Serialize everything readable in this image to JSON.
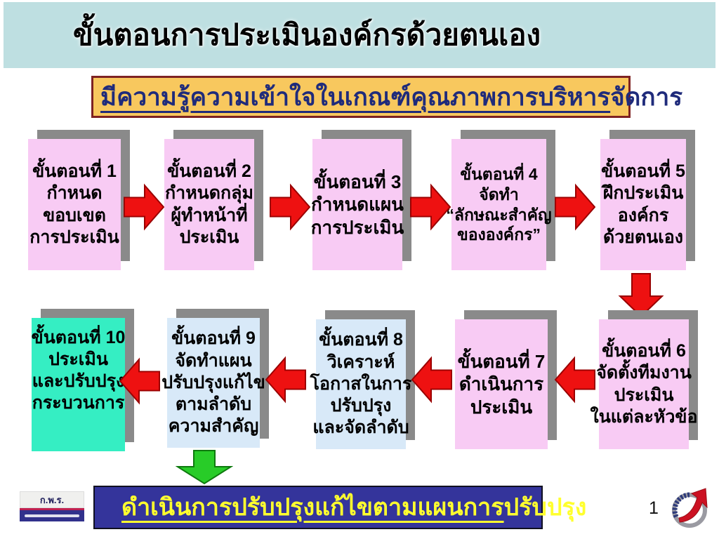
{
  "header": {
    "title": "ขั้นตอนการประเมินองค์กรด้วยตนเอง"
  },
  "intro_box": {
    "text_underlined": "มีความรู้ความเข้าใจในเกณฑ์คุณภาพการบริหาร",
    "text_overflow": "จัดการ"
  },
  "top_row": [
    {
      "id": 1,
      "text": "ขั้นตอนที่ 1\nกำหนด\nขอบเขต\nการประเมิน"
    },
    {
      "id": 2,
      "text": "ขั้นตอนที่ 2\nกำหนดกลุ่ม\nผู้ทำหน้าที่\nประเมิน"
    },
    {
      "id": 3,
      "text": "ขั้นตอนที่ 3\nกำหนดแผน\nการประเมิน"
    },
    {
      "id": 4,
      "text": "ขั้นตอนที่ 4\nจัดทำ\n“ลักษณะสำคัญ\nขององค์กร”"
    },
    {
      "id": 5,
      "text": "ขั้นตอนที่ 5\nฝึกประเมิน\nองค์กร\nด้วยตนเอง"
    }
  ],
  "bottom_row": [
    {
      "id": 6,
      "text": "ขั้นตอนที่ 6\nจัดตั้งทีมงาน\nประเมิน\nในแต่ละหัวข้อ"
    },
    {
      "id": 7,
      "text": "ขั้นตอนที่ 7\nดำเนินการ\nประเมิน"
    },
    {
      "id": 8,
      "text": "ขั้นตอนที่ 8\nวิเคราะห์\nโอกาสในการ\nปรับปรุง\nและจัดลำดับ"
    },
    {
      "id": 9,
      "text": "ขั้นตอนที่ 9\nจัดทำแผน\nปรับปรุงแก้ไข\nตามลำดับ\nความสำคัญ"
    },
    {
      "id": 10,
      "text": "ขั้นตอนที่ 10\nประเมิน\nและปรับปรุง\nกระบวนการ"
    }
  ],
  "bottom_banner": {
    "text_underlined": "ดำเนินการปรับปรุงแก้ไขตามแผนการ",
    "text_overflow": "ปรับปรุง"
  },
  "page_number": "1",
  "footer_logo": {
    "label": "ก.พ.ร."
  },
  "colors": {
    "header_bg": "#bedfe1",
    "intro_bg": "#f8c85e",
    "intro_border": "#7e2222",
    "intro_text": "#1f2b7b",
    "pink_box": "#f8cbf4",
    "blue_box": "#d8e9f8",
    "teal_box": "#35eec3",
    "box_shadow": "#8a8a8a",
    "arrow_red": "#ee1111",
    "arrow_red_border": "#990000",
    "arrow_green": "#28cc28",
    "arrow_green_border": "#0e7a0e",
    "banner_bg": "#34349b",
    "banner_text": "#ffff2e"
  }
}
